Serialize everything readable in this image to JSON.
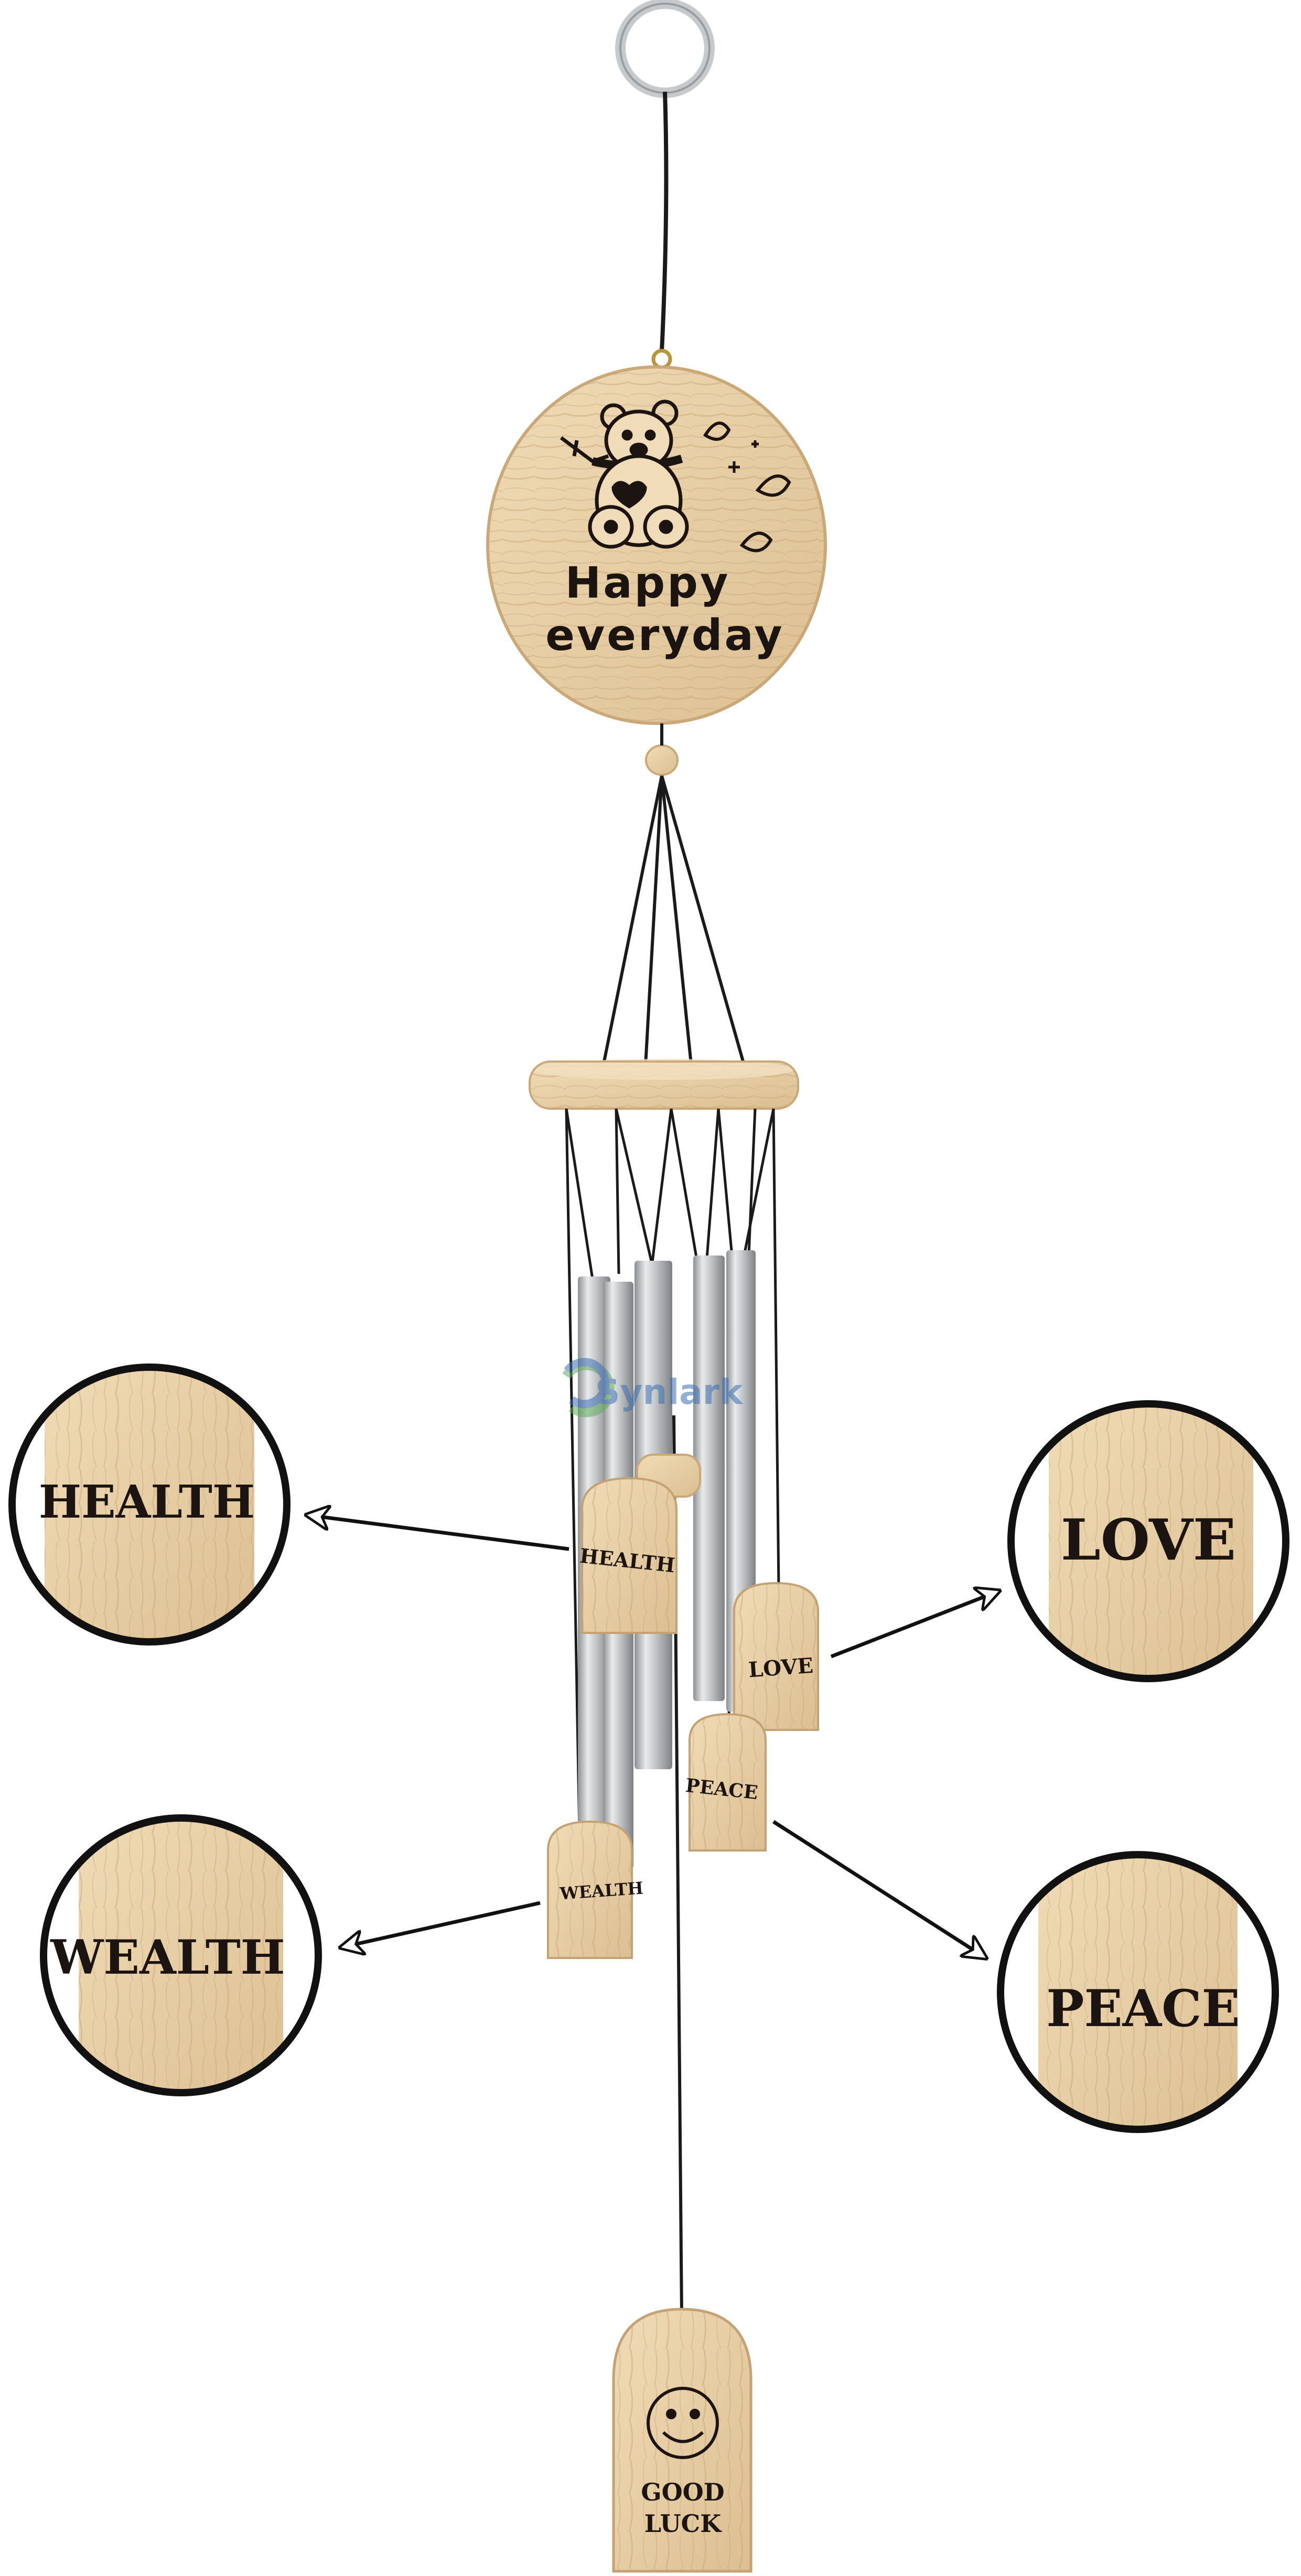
{
  "disc": {
    "line1": "Happy",
    "line2": "everyday",
    "icon": "teddy-bear-with-heart-icon"
  },
  "tags": {
    "health": "HEALTH",
    "love": "LOVE",
    "peace": "PEACE",
    "wealth": "WEALTH",
    "good": "GOOD",
    "luck": "LUCK"
  },
  "callouts": {
    "health": "HEALTH",
    "love": "LOVE",
    "wealth": "WEALTH",
    "peace": "PEACE"
  },
  "watermark": "Synlark",
  "colors": {
    "wood": "#e9d3ae",
    "wood_dark": "#d6b88a",
    "ink": "#1b1410",
    "metal": "#c9cbcd",
    "callout_ring": "#111111",
    "watermark_green": "#5fae5a",
    "watermark_blue": "#3c6fb3"
  }
}
